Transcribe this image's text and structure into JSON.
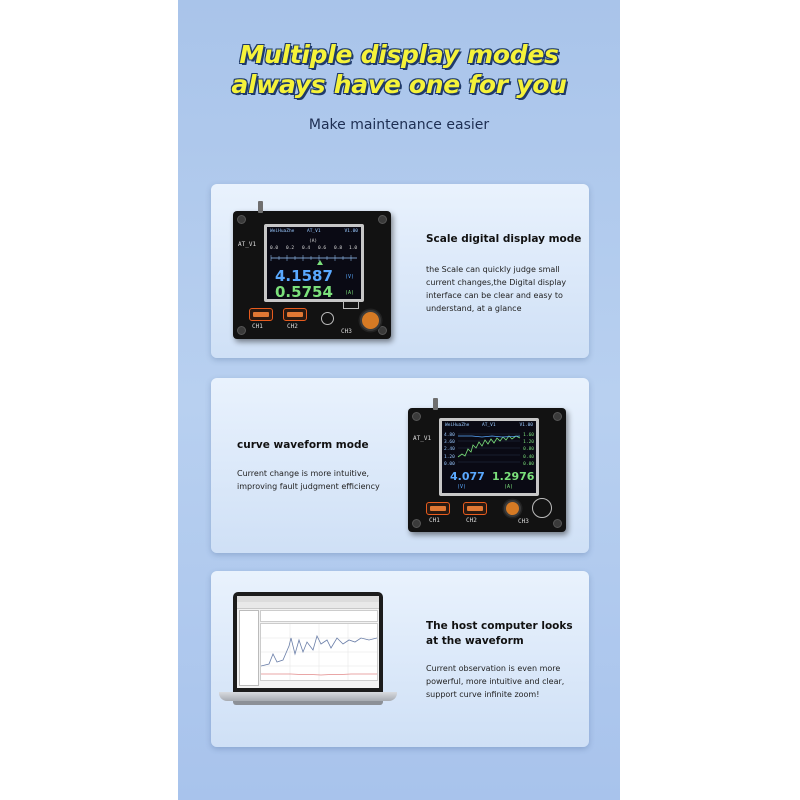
{
  "hero": {
    "title_line1": "Multiple display modes",
    "title_line2": "always have one for you",
    "subtitle": "Make maintenance easier"
  },
  "colors": {
    "headline_yellow": "#f5f23a",
    "headline_outline": "#1f3a6a",
    "background_blue": "#b0c9ee",
    "voltage_blue": "#5aa9ff",
    "current_green": "#7be07b"
  },
  "sections": [
    {
      "title": "Scale digital display mode",
      "body": [
        "the Scale can quickly judge small",
        "current changes,the Digital display",
        "interface can be clear and easy to",
        "understand, at a glance"
      ]
    },
    {
      "title": "curve waveform mode",
      "body": [
        "Current change is more intuitive,",
        "improving fault judgment efficiency"
      ]
    },
    {
      "title_lines": [
        "The host computer looks",
        "at the waveform"
      ],
      "body": [
        "Current observation is even more",
        "powerful, more intuitive and clear,",
        "support curve infinite zoom!"
      ]
    }
  ],
  "device1": {
    "model_label": "AT_V1",
    "screen_brand": "WeiHuaZhe",
    "screen_model": "AT_V1",
    "screen_version": "V1.00",
    "scale_unit": "(A)",
    "scale_ticks": [
      "0.0",
      "0.2",
      "0.4",
      "0.6",
      "0.8",
      "1.0"
    ],
    "voltage": "4.1587",
    "voltage_unit": "(V)",
    "current": "0.5754",
    "current_unit": "(A)",
    "ports": [
      "CH1",
      "CH2",
      "CH3"
    ]
  },
  "device2": {
    "model_label": "AT_V1",
    "screen_brand": "WeiHuaZhe",
    "screen_model": "AT_V1",
    "screen_version": "V1.00",
    "left_axis": [
      "4.80",
      "3.60",
      "2.40",
      "1.20",
      "0.00"
    ],
    "right_axis": [
      "1.60",
      "1.20",
      "0.80",
      "0.40",
      "0.00"
    ],
    "voltage": "4.077",
    "voltage_unit": "(V)",
    "current": "1.2976",
    "current_unit": "(A)",
    "ports": [
      "CH1",
      "CH2",
      "CH3"
    ]
  }
}
